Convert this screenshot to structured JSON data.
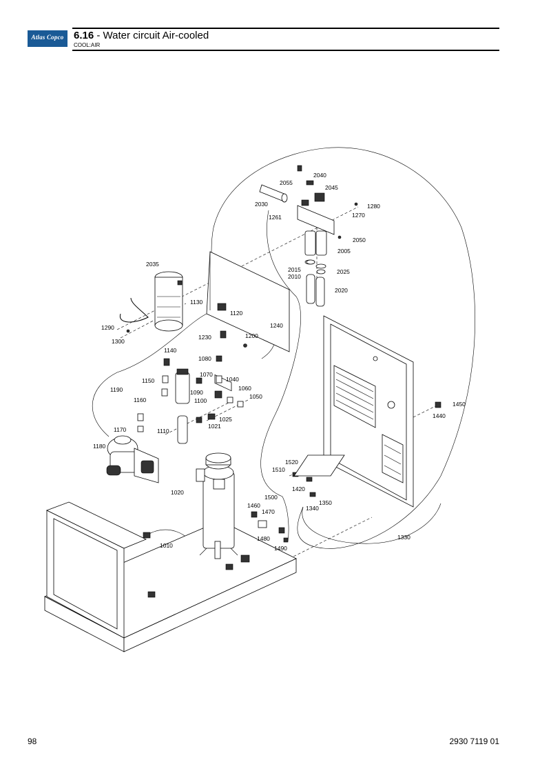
{
  "header": {
    "section_number": "6.16",
    "title": " - Water circuit Air-cooled",
    "subtitle": "COOL:AIR",
    "logo_text": "Atlas Copco",
    "brand_color": "#1a5a96"
  },
  "footer": {
    "page_number": "98",
    "document_number": "2930 7119 01"
  },
  "callouts": [
    "2040",
    "2055",
    "2045",
    "2030",
    "1280",
    "1270",
    "1261",
    "2050",
    "2005",
    "2035",
    "2015",
    "2010",
    "2025",
    "2020",
    "1130",
    "1120",
    "1290",
    "1300",
    "1240",
    "1230",
    "1200",
    "1140",
    "1080",
    "1070",
    "1040",
    "1150",
    "1090",
    "1060",
    "1190",
    "1100",
    "1050",
    "1160",
    "1025",
    "1021",
    "1110",
    "1170",
    "1180",
    "1450",
    "1440",
    "1520",
    "1510",
    "1420",
    "1020",
    "1500",
    "1350",
    "1340",
    "1460",
    "1470",
    "1480",
    "1490",
    "1010",
    "1330"
  ]
}
